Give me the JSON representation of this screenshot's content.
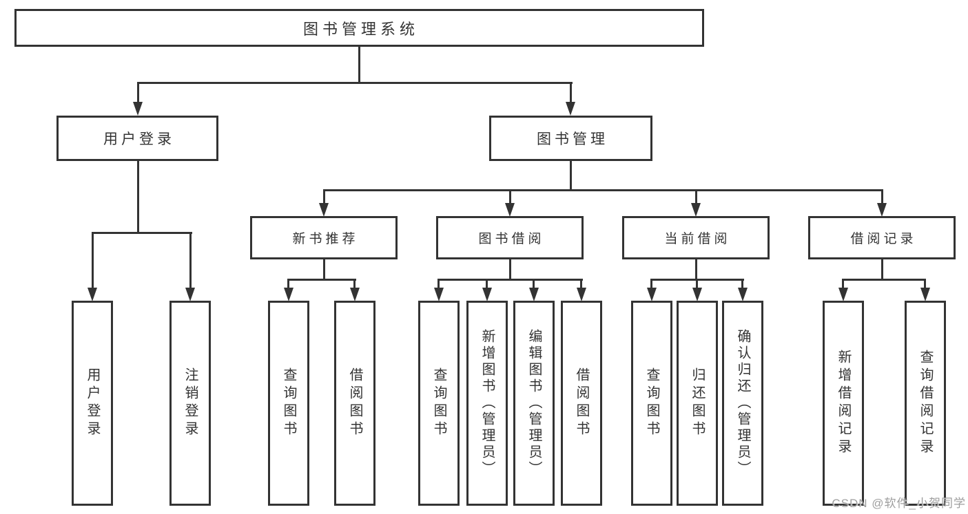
{
  "diagram": {
    "root": {
      "label": "图书管理系统"
    },
    "level2": [
      {
        "label": "用户登录"
      },
      {
        "label": "图书管理"
      }
    ],
    "level3": [
      {
        "label": "新书推荐"
      },
      {
        "label": "图书借阅"
      },
      {
        "label": "当前借阅"
      },
      {
        "label": "借阅记录"
      }
    ],
    "leaves": {
      "login": [
        {
          "label": "用户登录"
        },
        {
          "label": "注销登录"
        }
      ],
      "recommend": [
        {
          "label": "查询图书"
        },
        {
          "label": "借阅图书"
        }
      ],
      "borrow": [
        {
          "label": "查询图书"
        },
        {
          "label": "新增图书（管理员）"
        },
        {
          "label": "编辑图书（管理员）"
        },
        {
          "label": "借阅图书"
        }
      ],
      "current": [
        {
          "label": "查询图书"
        },
        {
          "label": "归还图书"
        },
        {
          "label": "确认归还（管理员）"
        }
      ],
      "records": [
        {
          "label": "新增借阅记录"
        },
        {
          "label": "查询借阅记录"
        }
      ]
    }
  },
  "watermark": {
    "text": "CSDN @软件_小贺同学"
  },
  "colors": {
    "line": "#333333",
    "box_border": "#333333",
    "box_fill": "#ffffff",
    "text": "#333333",
    "watermark": "#9e9e9e"
  }
}
